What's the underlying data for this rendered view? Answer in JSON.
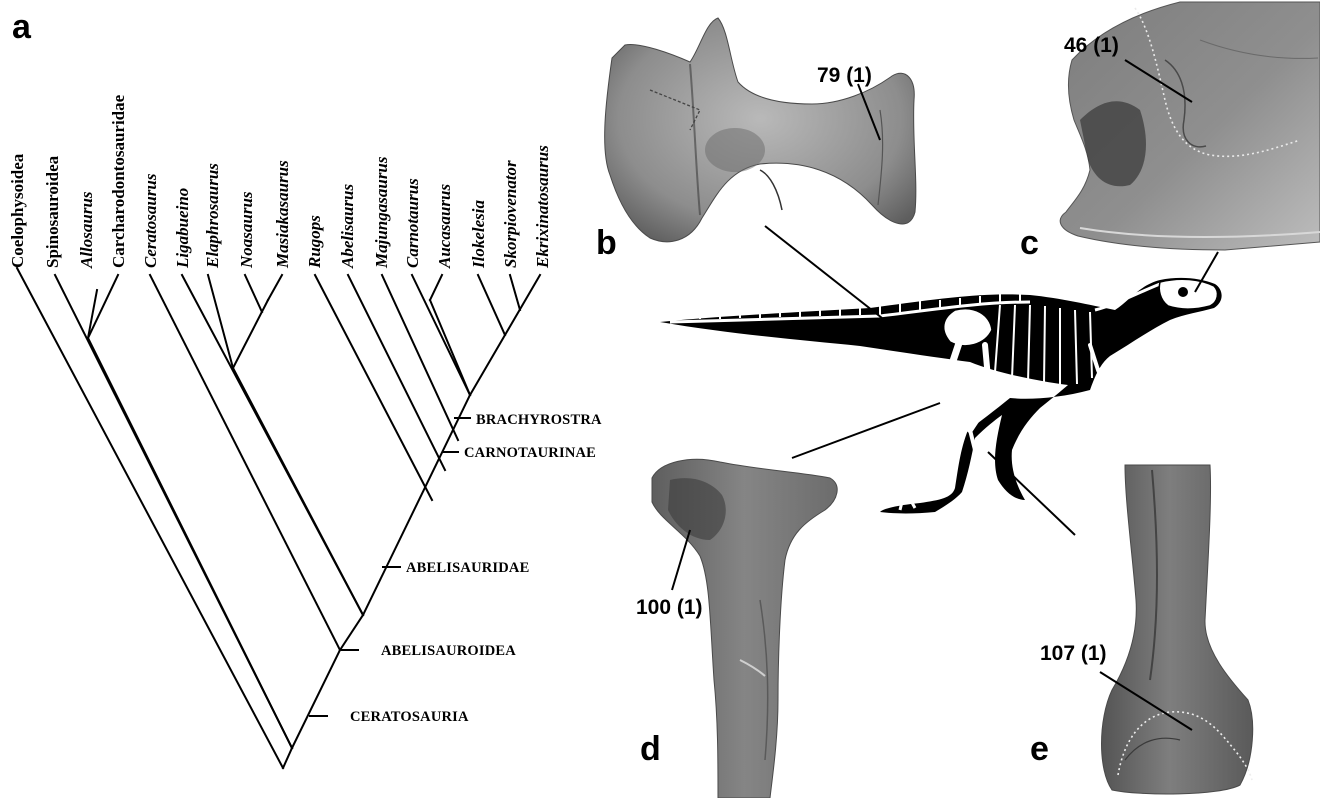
{
  "panels": {
    "a": "a",
    "b": "b",
    "c": "c",
    "d": "d",
    "e": "e"
  },
  "taxa": [
    {
      "name": "Coelophysoidea",
      "italic": false
    },
    {
      "name": "Spinosauroidea",
      "italic": false
    },
    {
      "name": "Allosaurus",
      "italic": true
    },
    {
      "name": "Carcharodontosauridae",
      "italic": false
    },
    {
      "name": "Ceratosaurus",
      "italic": true
    },
    {
      "name": "Ligabueino",
      "italic": true
    },
    {
      "name": "Elaphrosaurus",
      "italic": true
    },
    {
      "name": "Noasaurus",
      "italic": true
    },
    {
      "name": "Masiakasaurus",
      "italic": true
    },
    {
      "name": "Rugops",
      "italic": true
    },
    {
      "name": "Abelisaurus",
      "italic": true
    },
    {
      "name": "Majungasaurus",
      "italic": true
    },
    {
      "name": "Carnotaurus",
      "italic": true
    },
    {
      "name": "Aucasaurus",
      "italic": true
    },
    {
      "name": "Ilokelesia",
      "italic": true
    },
    {
      "name": "Skorpiovenator",
      "italic": true
    },
    {
      "name": "Ekrixinatosaurus",
      "italic": true
    }
  ],
  "clades": {
    "brachyrostra": "BRACHYROSTRA",
    "carnotaurinae": "CARNOTAURINAE",
    "abelisauridae": "ABELISAURIDAE",
    "abelisauroidea": "ABELISAUROIDEA",
    "ceratosauria": "CERATOSAURIA"
  },
  "characters": {
    "b": "79 (1)",
    "c": "46 (1)",
    "d": "100 (1)",
    "e": "107 (1)"
  }
}
